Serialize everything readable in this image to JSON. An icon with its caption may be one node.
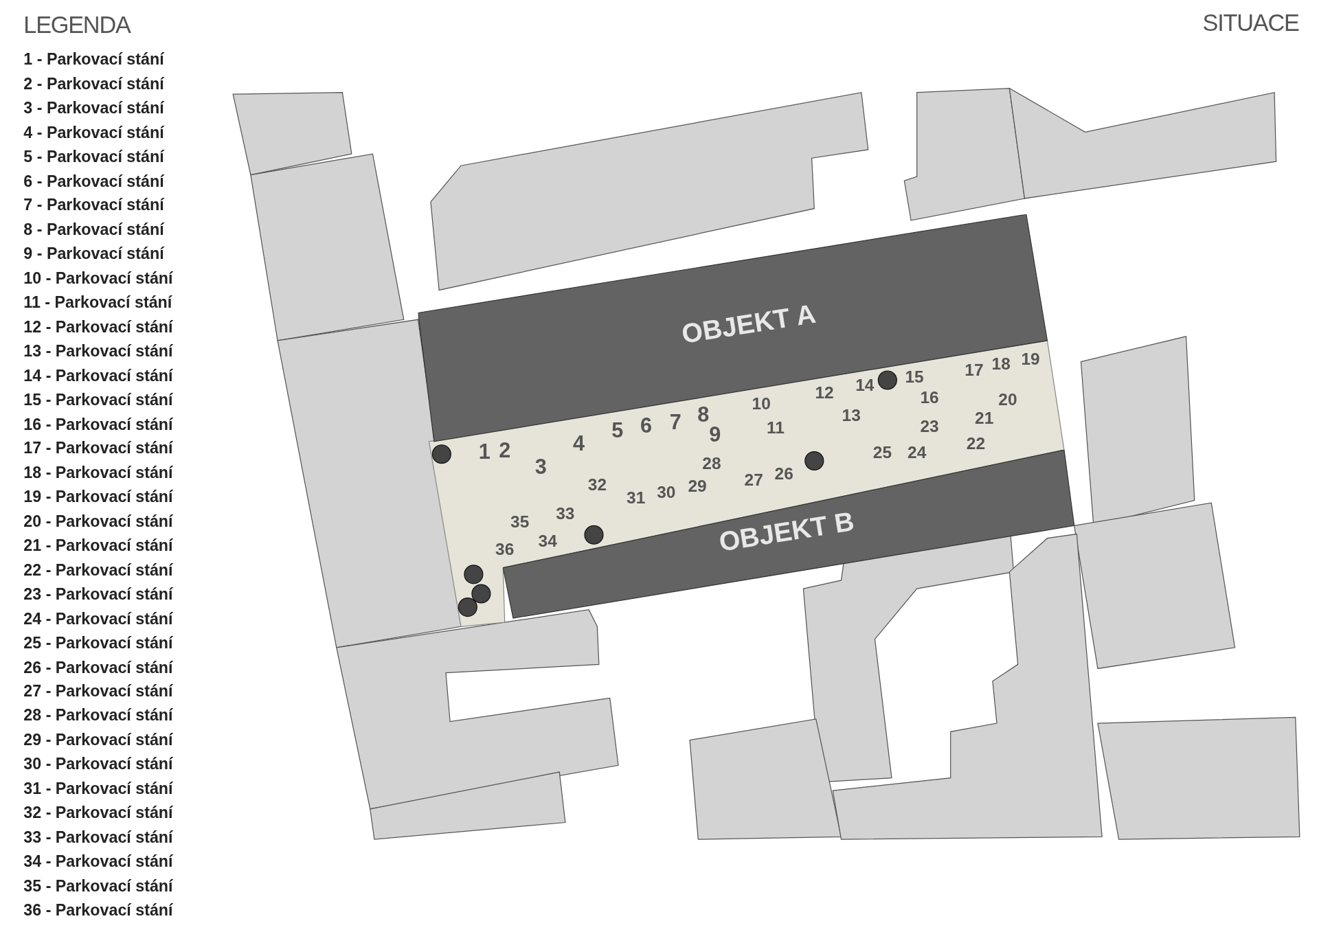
{
  "diagram": {
    "title": "SITUACE",
    "nodes": [
      {
        "text": [
          "OBJEKT A"
        ]
      },
      {
        "text": [
          "OBJEKT B"
        ]
      }
    ],
    "edges": [],
    "labels": [
      "LEGENDA",
      "1 - Parkovací stání",
      "2 - Parkovací stání",
      "3 - Parkovací stání",
      "4 - Parkovací stání",
      "5 - Parkovací stání",
      "6 - Parkovací stání",
      "7 - Parkovací stání",
      "8 - Parkovací stání",
      "9 - Parkovací stání",
      "10 - Parkovací stání",
      "11 - Parkovací stání",
      "12 - Parkovací stání",
      "13 - Parkovací stání",
      "14 - Parkovací stání",
      "15 - Parkovací stání",
      "16 - Parkovací stání",
      "17 - Parkovací stání",
      "18 - Parkovací stání",
      "19 - Parkovací stání",
      "20 - Parkovací stání",
      "21 - Parkovací stání",
      "22 - Parkovací stání",
      "23 - Parkovací stání",
      "24 - Parkovací stání",
      "25 - Parkovací stání",
      "26 - Parkovací stání",
      "27 - Parkovací stání",
      "28 - Parkovací stání",
      "29 - Parkovací stání",
      "30 - Parkovací stání",
      "31 - Parkovací stání",
      "32 - Parkovací stání",
      "33 - Parkovací stání",
      "34 - Parkovací stání",
      "35 - Parkovací stání",
      "36 - Parkovací stání",
      "1",
      "2",
      "3",
      "4",
      "5",
      "6",
      "7",
      "8",
      "9",
      "10",
      "11",
      "12",
      "13",
      "14",
      "15",
      "16",
      "17",
      "18",
      "19",
      "20",
      "21",
      "22",
      "23",
      "25",
      "24",
      "26",
      "27",
      "28",
      "29",
      "30",
      "31",
      "32",
      "33",
      "34",
      "35",
      "36"
    ]
  }
}
